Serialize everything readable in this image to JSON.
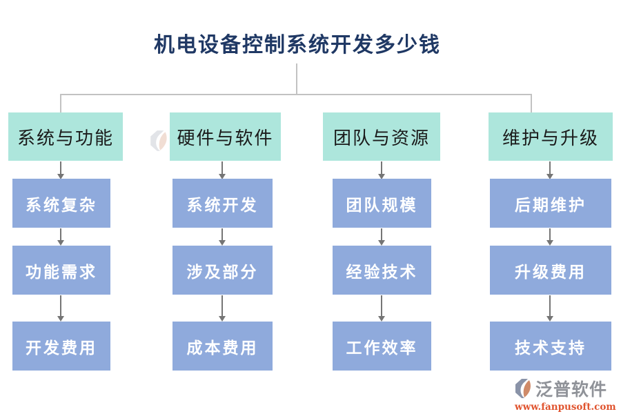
{
  "title": "机电设备控制系统开发多少钱",
  "columns": [
    {
      "header": "系统与功能",
      "items": [
        "系统复杂",
        "功能需求",
        "开发费用"
      ]
    },
    {
      "header": "硬件与软件",
      "items": [
        "系统开发",
        "涉及部分",
        "成本费用"
      ]
    },
    {
      "header": "团队与资源",
      "items": [
        "团队规模",
        "经验技术",
        "工作效率"
      ]
    },
    {
      "header": "维护与升级",
      "items": [
        "后期维护",
        "升级费用",
        "技术支持"
      ]
    }
  ],
  "branding": {
    "name": "泛普软件",
    "url": "www.fanpusoft.com"
  },
  "colors": {
    "title": "#1f3864",
    "headerFill": "#ade6dc",
    "headerText": "#1a1a1a",
    "itemFill": "#8faadc",
    "itemText": "#ffffff",
    "connector": "#c2c2c2",
    "arrow": "#757575",
    "brandGrey": "#8f9298",
    "brandOrange": "#e0542f"
  }
}
